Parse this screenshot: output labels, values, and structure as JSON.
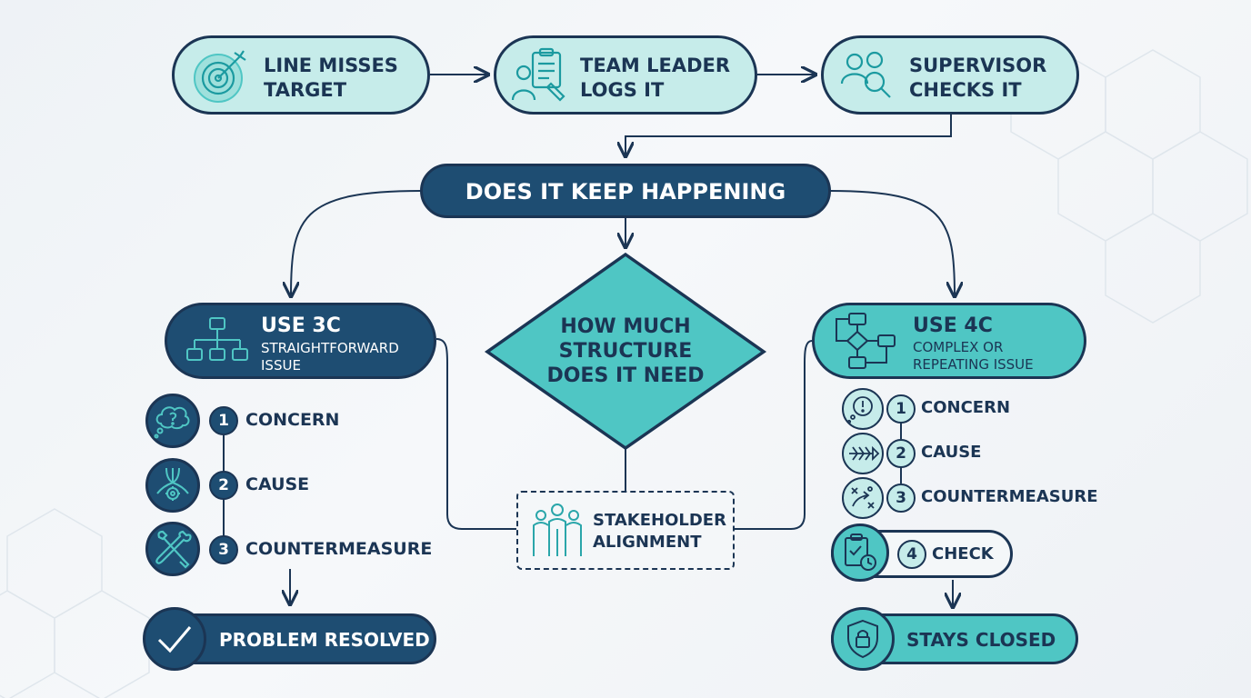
{
  "top": {
    "line_misses_target": "LINE MISSES\nTARGET",
    "team_leader_logs": "TEAM LEADER\nLOGS IT",
    "supervisor_checks": "SUPERVISOR\nCHECKS IT"
  },
  "decision": {
    "keep_happening": "DOES IT KEEP HAPPENING",
    "how_much_structure": "HOW MUCH\nSTRUCTURE\nDOES IT NEED"
  },
  "stakeholder": "STAKEHOLDER\nALIGNMENT",
  "left": {
    "title": "USE 3C",
    "subtitle": "STRAIGHTFORWARD\nISSUE",
    "steps": [
      {
        "n": "1",
        "label": "CONCERN"
      },
      {
        "n": "2",
        "label": "CAUSE"
      },
      {
        "n": "3",
        "label": "COUNTERMEASURE"
      }
    ],
    "result": "PROBLEM RESOLVED"
  },
  "right": {
    "title": "USE 4C",
    "subtitle": "COMPLEX OR\nREPEATING ISSUE",
    "steps": [
      {
        "n": "1",
        "label": "CONCERN"
      },
      {
        "n": "2",
        "label": "CAUSE"
      },
      {
        "n": "3",
        "label": "COUNTERMEASURE"
      }
    ],
    "check_n": "4",
    "check_label": "CHECK",
    "result": "STAYS CLOSED"
  },
  "colors": {
    "navy": "#1b3554",
    "dark_blue": "#1e4d72",
    "teal": "#4fc6c4",
    "light_teal": "#c6ecea"
  }
}
